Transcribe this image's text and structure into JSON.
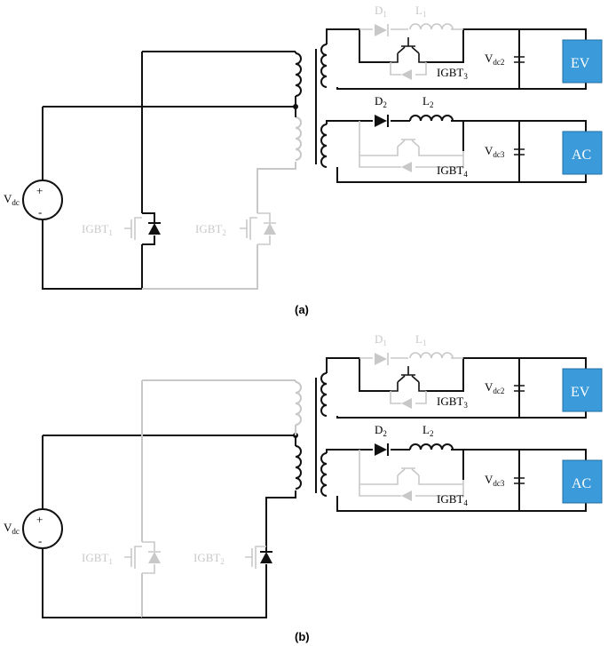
{
  "labels": {
    "vdc": "V",
    "vdc_sub": "dc",
    "igbt1": "IGBT",
    "igbt1_sub": "1",
    "igbt2": "IGBT",
    "igbt2_sub": "2",
    "igbt3": "IGBT",
    "igbt3_sub": "3",
    "igbt4": "IGBT",
    "igbt4_sub": "4",
    "d1": "D",
    "d1_sub": "1",
    "d2": "D",
    "d2_sub": "2",
    "l1": "L",
    "l1_sub": "1",
    "l2": "L",
    "l2_sub": "2",
    "vdc2": "V",
    "vdc2_sub": "dc2",
    "vdc3": "V",
    "vdc3_sub": "dc3",
    "plus": "+",
    "minus": "-"
  },
  "loads": {
    "ev": "EV",
    "ac": "AC"
  },
  "captions": {
    "a": "(a)",
    "b": "(b)"
  },
  "colors": {
    "active": "#111111",
    "inactive": "#c8c8c8",
    "load_box": "#3b9ad9"
  }
}
